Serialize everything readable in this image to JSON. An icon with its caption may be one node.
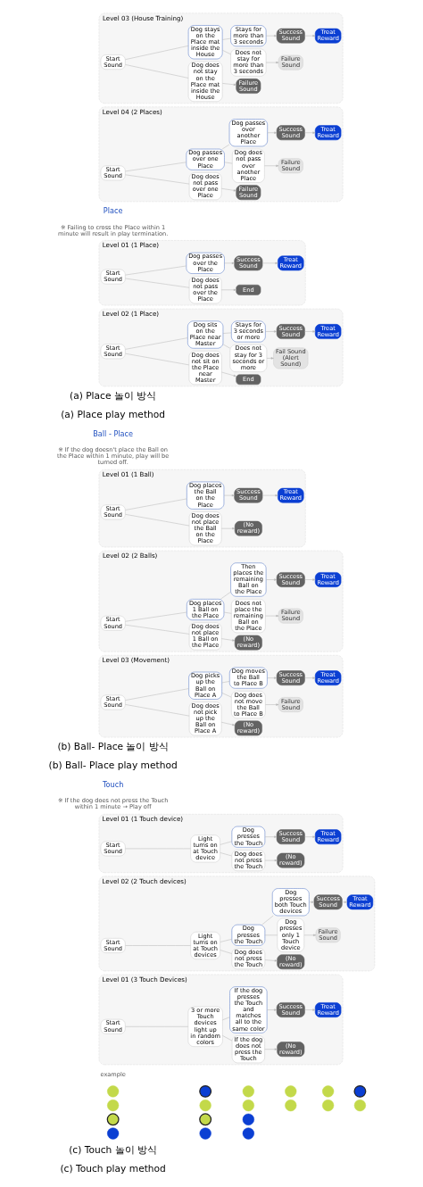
{
  "diagram": {
    "nodes": [
      {
        "text": [
          "Level 03 (House Training)"
        ]
      },
      {
        "text": [
          "Start Sound"
        ],
        "in": 0
      },
      {
        "text": [
          "Dog stays on the Place mat inside the House"
        ],
        "in": 0
      },
      {
        "text": [
          "Stays for more than 3 seconds"
        ],
        "in": 0
      },
      {
        "text": [
          "Does not stay for more than 3 seconds"
        ],
        "in": 0
      },
      {
        "text": [
          "Success Sound"
        ],
        "in": 0
      },
      {
        "text": [
          "Treat Reward"
        ],
        "in": 0
      },
      {
        "text": [
          "Failure Sound"
        ],
        "in": 0
      },
      {
        "text": [
          "Dog does not stay on the Place mat inside the House"
        ],
        "in": 0
      },
      {
        "text": [
          "Failure Sound"
        ],
        "in": 0
      },
      {
        "text": [
          "Level 04 (2 Places)"
        ]
      },
      {
        "text": [
          "Start Sound"
        ],
        "in": 10
      },
      {
        "text": [
          "Dog passes over one Place"
        ],
        "in": 10
      },
      {
        "text": [
          "Dog passes over another Place"
        ],
        "in": 10
      },
      {
        "text": [
          "Dog does not pass over another Place"
        ],
        "in": 10
      },
      {
        "text": [
          "Success Sound"
        ],
        "in": 10
      },
      {
        "text": [
          "Treat Reward"
        ],
        "in": 10
      },
      {
        "text": [
          "Failure Sound"
        ],
        "in": 10
      },
      {
        "text": [
          "Dog does not pass over one Place"
        ],
        "in": 10
      },
      {
        "text": [
          "Failure Sound"
        ],
        "in": 10
      },
      {
        "text": [
          "Level 01 (1 Place)"
        ]
      },
      {
        "text": [
          "Start Sound"
        ],
        "in": 20
      },
      {
        "text": [
          "Dog passes over the Place"
        ],
        "in": 20
      },
      {
        "text": [
          "Success Sound"
        ],
        "in": 20
      },
      {
        "text": [
          "Treat Reward"
        ],
        "in": 20
      },
      {
        "text": [
          "Dog does not pass over the Place"
        ],
        "in": 20
      },
      {
        "text": [
          "End"
        ],
        "in": 20
      },
      {
        "text": [
          "Level 02 (1 Place)"
        ]
      },
      {
        "text": [
          "Start Sound"
        ],
        "in": 27
      },
      {
        "text": [
          "Dog sits on the Place near Master"
        ],
        "in": 27
      },
      {
        "text": [
          "Stays for 3 seconds or more"
        ],
        "in": 27
      },
      {
        "text": [
          "Does not stay for 3 seconds or more"
        ],
        "in": 27
      },
      {
        "text": [
          "Success Sound"
        ],
        "in": 27
      },
      {
        "text": [
          "Treat Reward"
        ],
        "in": 27
      },
      {
        "text": [
          "Fail Sound (Alert Sound)"
        ],
        "in": 27
      },
      {
        "text": [
          "Dog does not sit on the Place near Master"
        ],
        "in": 27
      },
      {
        "text": [
          "End"
        ],
        "in": 27
      },
      {
        "text": [
          "Level 01 (1 Ball)"
        ]
      },
      {
        "text": [
          "Start Sound"
        ],
        "in": 37
      },
      {
        "text": [
          "Dog places the Ball on the Place"
        ],
        "in": 37
      },
      {
        "text": [
          "Success Sound"
        ],
        "in": 37
      },
      {
        "text": [
          "Treat Reward"
        ],
        "in": 37
      },
      {
        "text": [
          "Dog does not place the Ball on the Place"
        ],
        "in": 37
      },
      {
        "text": [
          "(No reward)"
        ],
        "in": 37
      },
      {
        "text": [
          "Level 02 (2 Balls)"
        ]
      },
      {
        "text": [
          "Start Sound"
        ],
        "in": 44
      },
      {
        "text": [
          "Dog places 1 Ball on the Place"
        ],
        "in": 44
      },
      {
        "text": [
          "Then places the remaining Ball on the Place"
        ],
        "in": 44
      },
      {
        "text": [
          "Does not place the remaining Ball on the Place"
        ],
        "in": 44
      },
      {
        "text": [
          "Success Sound"
        ],
        "in": 44
      },
      {
        "text": [
          "Treat Reward"
        ],
        "in": 44
      },
      {
        "text": [
          "Failure Sound"
        ],
        "in": 44
      },
      {
        "text": [
          "Dog does not place 1 Ball on the Place"
        ],
        "in": 44
      },
      {
        "text": [
          "(No reward)"
        ],
        "in": 44
      },
      {
        "text": [
          "Level 03 (Movement)"
        ]
      },
      {
        "text": [
          "Start Sound"
        ],
        "in": 54
      },
      {
        "text": [
          "Dog picks up the Ball on Place A"
        ],
        "in": 54
      },
      {
        "text": [
          "Dog moves the Ball to Place B"
        ],
        "in": 54
      },
      {
        "text": [
          "Dog does not move the Ball to Place B"
        ],
        "in": 54
      },
      {
        "text": [
          "Success Sound"
        ],
        "in": 54
      },
      {
        "text": [
          "Treat Reward"
        ],
        "in": 54
      },
      {
        "text": [
          "Failure Sound"
        ],
        "in": 54
      },
      {
        "text": [
          "Dog does not pick up the Ball on Place A"
        ],
        "in": 54
      },
      {
        "text": [
          "(No reward)"
        ],
        "in": 54
      },
      {
        "text": [
          "Level 01 (1 Touch device)"
        ]
      },
      {
        "text": [
          "Start Sound"
        ],
        "in": 64
      },
      {
        "text": [
          "Light turns on at Touch device"
        ],
        "in": 64
      },
      {
        "text": [
          "Dog presses the Touch"
        ],
        "in": 64
      },
      {
        "text": [
          "Success Sound"
        ],
        "in": 64
      },
      {
        "text": [
          "Treat Reward"
        ],
        "in": 64
      },
      {
        "text": [
          "Dog does not press the Touch"
        ],
        "in": 64
      },
      {
        "text": [
          "(No reward)"
        ],
        "in": 64
      },
      {
        "text": [
          "Level 02 (2 Touch devices)"
        ]
      },
      {
        "text": [
          "Start Sound"
        ],
        "in": 72
      },
      {
        "text": [
          "Light turns on at Touch devices"
        ],
        "in": 72
      },
      {
        "text": [
          "Dog presses the Touch"
        ],
        "in": 72
      },
      {
        "text": [
          "Dog presses both Touch devices"
        ],
        "in": 72
      },
      {
        "text": [
          "Dog presses only 1 Touch device"
        ],
        "in": 72
      },
      {
        "text": [
          "Success Sound"
        ],
        "in": 72
      },
      {
        "text": [
          "Treat Reward"
        ],
        "in": 72
      },
      {
        "text": [
          "Failure Sound"
        ],
        "in": 72
      },
      {
        "text": [
          "Dog does not press the Touch"
        ],
        "in": 72
      },
      {
        "text": [
          "(No reward)"
        ],
        "in": 72
      },
      {
        "text": [
          "Level 01 (3 Touch Devices)"
        ]
      },
      {
        "text": [
          "Start Sound"
        ],
        "in": 83
      },
      {
        "text": [
          "3 or more Touch devices light up in random colors"
        ],
        "in": 83
      },
      {
        "text": [
          "If the dog presses the Touch and matches all to the same color"
        ],
        "in": 83
      },
      {
        "text": [
          "Success Sound"
        ],
        "in": 83
      },
      {
        "text": [
          "Treat Reward"
        ],
        "in": 83
      },
      {
        "text": [
          "If the dog does not press the Touch"
        ],
        "in": 83
      },
      {
        "text": [
          "(No reward)"
        ],
        "in": 83
      },
      {
        "text": [],
        "shape": "circle"
      },
      {
        "text": [],
        "shape": "circle"
      },
      {
        "text": [],
        "shape": "circle"
      },
      {
        "text": [],
        "shape": "circle"
      },
      {
        "text": [],
        "shape": "circle"
      },
      {
        "text": [],
        "shape": "circle"
      },
      {
        "text": [],
        "shape": "circle"
      },
      {
        "text": [],
        "shape": "circle"
      },
      {
        "text": [],
        "shape": "circle"
      },
      {
        "text": [],
        "shape": "circle"
      },
      {
        "text": [],
        "shape": "circle"
      },
      {
        "text": [],
        "shape": "circle"
      },
      {
        "text": [],
        "shape": "circle"
      },
      {
        "text": [],
        "shape": "circle"
      },
      {
        "text": [],
        "shape": "circle"
      },
      {
        "text": [],
        "shape": "circle"
      },
      {
        "text": [],
        "shape": "circle"
      },
      {
        "text": [],
        "shape": "circle"
      }
    ],
    "edges": [
      {
        "from": 1,
        "to": 2,
        "arrow": "none"
      },
      {
        "from": 2,
        "to": 3,
        "arrow": "none"
      },
      {
        "from": 2,
        "to": 4,
        "arrow": "none"
      },
      {
        "from": 3,
        "to": 5,
        "arrow": "to"
      },
      {
        "from": 5,
        "to": 6,
        "arrow": "to"
      },
      {
        "from": 4,
        "to": 7,
        "arrow": "to"
      },
      {
        "from": 1,
        "to": 8,
        "arrow": "none"
      },
      {
        "from": 8,
        "to": 9,
        "arrow": "to"
      },
      {
        "from": 11,
        "to": 12,
        "arrow": "none"
      },
      {
        "from": 12,
        "to": 13,
        "arrow": "none"
      },
      {
        "from": 12,
        "to": 14,
        "arrow": "none"
      },
      {
        "from": 13,
        "to": 15,
        "arrow": "to"
      },
      {
        "from": 15,
        "to": 16,
        "arrow": "to"
      },
      {
        "from": 14,
        "to": 17,
        "arrow": "to"
      },
      {
        "from": 11,
        "to": 18,
        "arrow": "none"
      },
      {
        "from": 18,
        "to": 19,
        "arrow": "to"
      },
      {
        "from": 21,
        "to": 22,
        "arrow": "none"
      },
      {
        "from": 22,
        "to": 23,
        "arrow": "to"
      },
      {
        "from": 23,
        "to": 24,
        "arrow": "to"
      },
      {
        "from": 21,
        "to": 25,
        "arrow": "none"
      },
      {
        "from": 25,
        "to": 26,
        "arrow": "to"
      },
      {
        "from": 28,
        "to": 29,
        "arrow": "none"
      },
      {
        "from": 29,
        "to": 30,
        "arrow": "none"
      },
      {
        "from": 29,
        "to": 31,
        "arrow": "none"
      },
      {
        "from": 30,
        "to": 32,
        "arrow": "to"
      },
      {
        "from": 32,
        "to": 33,
        "arrow": "to"
      },
      {
        "from": 31,
        "to": 34,
        "arrow": "to"
      },
      {
        "from": 28,
        "to": 35,
        "arrow": "none"
      },
      {
        "from": 35,
        "to": 36,
        "arrow": "to"
      },
      {
        "from": 38,
        "to": 39,
        "arrow": "none"
      },
      {
        "from": 39,
        "to": 40,
        "arrow": "to"
      },
      {
        "from": 40,
        "to": 41,
        "arrow": "to"
      },
      {
        "from": 38,
        "to": 42,
        "arrow": "none"
      },
      {
        "from": 42,
        "to": 43,
        "arrow": "to"
      },
      {
        "from": 45,
        "to": 46,
        "arrow": "none"
      },
      {
        "from": 46,
        "to": 47,
        "arrow": "none"
      },
      {
        "from": 46,
        "to": 48,
        "arrow": "none"
      },
      {
        "from": 47,
        "to": 49,
        "arrow": "to"
      },
      {
        "from": 49,
        "to": 50,
        "arrow": "to"
      },
      {
        "from": 48,
        "to": 51,
        "arrow": "to"
      },
      {
        "from": 45,
        "to": 52,
        "arrow": "none"
      },
      {
        "from": 52,
        "to": 53,
        "arrow": "to"
      },
      {
        "from": 55,
        "to": 56,
        "arrow": "none"
      },
      {
        "from": 56,
        "to": 57,
        "arrow": "none"
      },
      {
        "from": 56,
        "to": 58,
        "arrow": "none"
      },
      {
        "from": 57,
        "to": 59,
        "arrow": "to"
      },
      {
        "from": 59,
        "to": 60,
        "arrow": "to"
      },
      {
        "from": 58,
        "to": 61,
        "arrow": "to"
      },
      {
        "from": 55,
        "to": 62,
        "arrow": "none"
      },
      {
        "from": 62,
        "to": 63,
        "arrow": "to"
      },
      {
        "from": 65,
        "to": 66,
        "arrow": "none"
      },
      {
        "from": 66,
        "to": 67,
        "arrow": "none"
      },
      {
        "from": 67,
        "to": 68,
        "arrow": "to"
      },
      {
        "from": 68,
        "to": 69,
        "arrow": "to"
      },
      {
        "from": 66,
        "to": 70,
        "arrow": "none"
      },
      {
        "from": 70,
        "to": 71,
        "arrow": "to"
      },
      {
        "from": 73,
        "to": 74,
        "arrow": "none"
      },
      {
        "from": 74,
        "to": 75,
        "arrow": "none"
      },
      {
        "from": 75,
        "to": 76,
        "arrow": "none"
      },
      {
        "from": 75,
        "to": 77,
        "arrow": "none"
      },
      {
        "from": 76,
        "to": 78,
        "arrow": "to"
      },
      {
        "from": 78,
        "to": 79,
        "arrow": "to"
      },
      {
        "from": 77,
        "to": 80,
        "arrow": "to"
      },
      {
        "from": 74,
        "to": 81,
        "arrow": "none"
      },
      {
        "from": 81,
        "to": 82,
        "arrow": "to"
      },
      {
        "from": 84,
        "to": 85,
        "arrow": "none"
      },
      {
        "from": 85,
        "to": 86,
        "arrow": "none"
      },
      {
        "from": 85,
        "to": 89,
        "arrow": "none"
      },
      {
        "from": 86,
        "to": 87,
        "arrow": "to"
      },
      {
        "from": 87,
        "to": 88,
        "arrow": "to"
      },
      {
        "from": 89,
        "to": 90,
        "arrow": "to"
      }
    ],
    "labels": [
      "Place",
      "※ Failing to cross the Place within 1 minute will result in play termination.",
      "(a) Place 놀이 방식",
      "(a) Place play method",
      "Ball - Place",
      "※ If the dog doesn't place the Ball on the Place within 1 minute, play will be turned off.",
      "(b) Ball- Place 놀이 방식",
      "(b) Ball- Place play method",
      "Touch",
      "※ If the dog does not press the Touch within 1 minute → Play off",
      "example",
      "(c) Touch 놀이 방식",
      "(c) Touch play method"
    ]
  }
}
